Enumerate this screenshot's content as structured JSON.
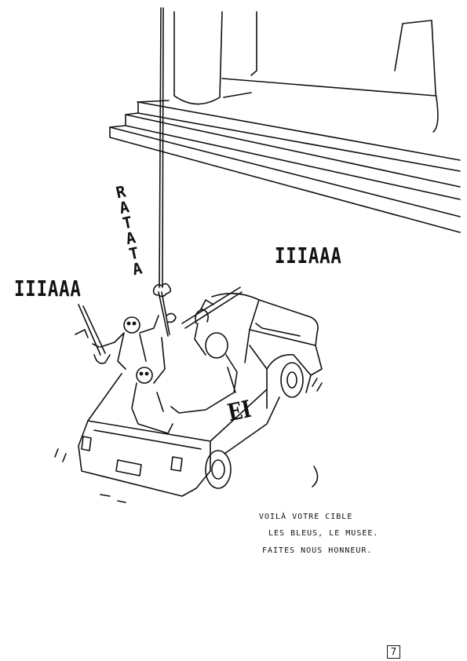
{
  "shouts": {
    "left": "IIIAAA",
    "right": "IIIAAA",
    "gunfire": "RATATA"
  },
  "vehicle_marking": "EI",
  "caption": {
    "line1": "VOILÀ VOTRE CIBLE",
    "line2": "LES BLEUS, LE MUSEE.",
    "line3": "FAITES NOUS HONNEUR."
  },
  "page_number": "7",
  "colors": {
    "ink": "#111111",
    "paper": "#ffffff"
  }
}
